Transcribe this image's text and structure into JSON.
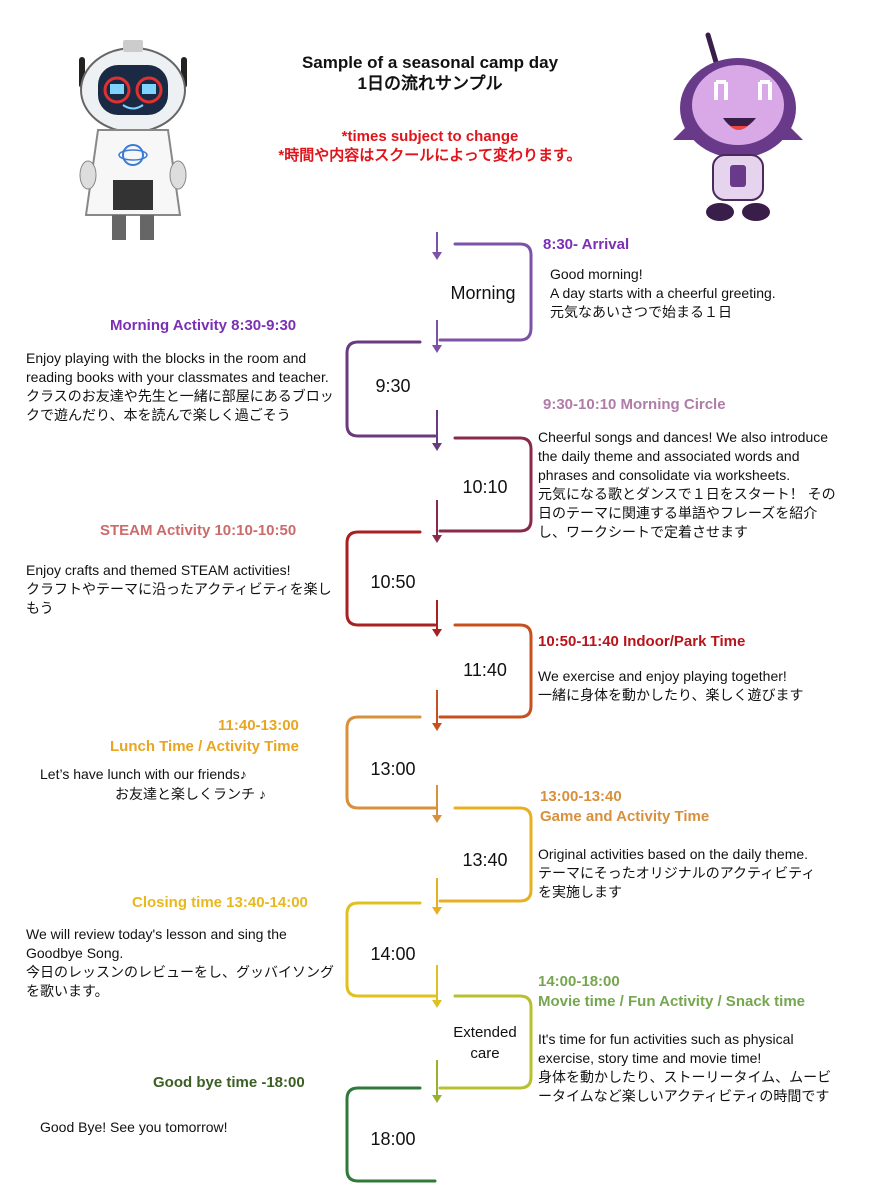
{
  "header": {
    "title_en": "Sample of a seasonal camp day",
    "title_ja": "1日の流れサンプル",
    "notice_en": "*times subject to change",
    "notice_ja": "*時間や内容はスクールによって変わります。"
  },
  "colors": {
    "purple": "#7b2fb5",
    "mauve": "#b07ca8",
    "rose": "#cd6a6a",
    "red": "#b8141b",
    "orange": "#e9a521",
    "tan": "#d8903c",
    "yellow": "#e8b81c",
    "green": "#76a650",
    "darkgreen": "#3b5e23",
    "notice_red": "#e0141b"
  },
  "icons": [
    "scientist-robot-icon",
    "purple-robot-icon"
  ],
  "timeline": {
    "boxes": [
      {
        "label": "Morning"
      },
      {
        "label": "9:30"
      },
      {
        "label": "10:10"
      },
      {
        "label": "10:50"
      },
      {
        "label": "11:40"
      },
      {
        "label": "13:00"
      },
      {
        "label": "13:40"
      },
      {
        "label": "14:00"
      },
      {
        "label_line1": "Extended",
        "label_line2": "care"
      },
      {
        "label": "18:00"
      }
    ]
  },
  "entries": {
    "arrival": {
      "heading": "8:30- Arrival",
      "line1": "Good morning!",
      "line2": "A day starts with a cheerful greeting.",
      "line3": "元気なあいさつで始まる１日"
    },
    "morning_activity": {
      "heading": "Morning Activity 8:30-9:30",
      "text_en": "Enjoy playing with the blocks in the room and reading books with your classmates and teacher.",
      "text_ja": "クラスのお友達や先生と一緒に部屋にあるブロックで遊んだり、本を読んで楽しく過ごそう"
    },
    "morning_circle": {
      "heading": "9:30-10:10 Morning Circle",
      "text_en": "Cheerful songs and dances! We also introduce the daily theme and associated words and phrases and consolidate via worksheets.",
      "text_ja": "元気になる歌とダンスで１日をスタート！ その日のテーマに関連する単語やフレーズを紹介し、ワークシートで定着させます"
    },
    "steam": {
      "heading": "STEAM Activity 10:10-10:50",
      "text_en": "Enjoy crafts and themed STEAM activities!",
      "text_ja": "クラフトやテーマに沿ったアクティビティを楽しもう"
    },
    "indoor_park": {
      "heading": "10:50-11:40 Indoor/Park Time",
      "text_en": "We exercise and enjoy playing together!",
      "text_ja": "一緒に身体を動かしたり、楽しく遊びます"
    },
    "lunch": {
      "heading_time": "11:40-13:00",
      "heading_title": "Lunch Time / Activity Time",
      "text_en": "Let’s have lunch with our friends♪",
      "text_ja": "お友達と楽しくランチ ♪"
    },
    "game": {
      "heading_time": "13:00-13:40",
      "heading_title": "Game and Activity Time",
      "text_en": "Original activities based on the daily theme.",
      "text_ja": "テーマにそったオリジナルのアクティビティを実施します"
    },
    "closing": {
      "heading": "Closing time 13:40-14:00",
      "text_en": "We will review today's lesson and sing the Goodbye Song.",
      "text_ja": "今日のレッスンのレビューをし、グッバイソングを歌います。"
    },
    "movie": {
      "heading_time": "14:00-18:00",
      "heading_title": "Movie time / Fun Activity / Snack time",
      "text_en": "It's time for fun activities such as physical exercise, story time and movie time!",
      "text_ja": "身体を動かしたり、ストーリータイム、ムービータイムなど楽しいアクティビティの時間です"
    },
    "goodbye": {
      "heading": "Good bye time -18:00",
      "text_en": "Good Bye! See you tomorrow!"
    }
  }
}
